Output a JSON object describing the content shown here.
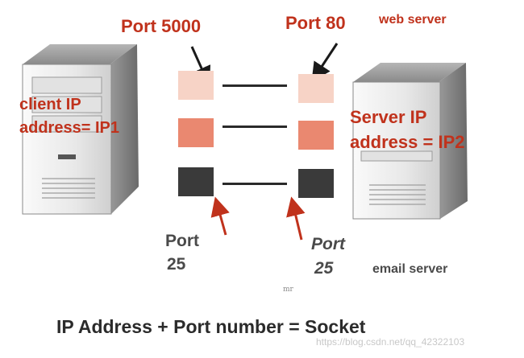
{
  "labels": {
    "port_client": "Port 5000",
    "port_server": "Port 80",
    "web_server": "web server",
    "client_ip_line1": "client IP",
    "client_ip_line2": "address= IP1",
    "server_ip_line1": "Server IP",
    "server_ip_line2": "address = IP2",
    "port25_left_line1": "Port",
    "port25_left_line2": "25",
    "port25_right_line1": "Port",
    "port25_right_line2": "25",
    "email_server": "email server",
    "mr": "mr",
    "equation": "IP Address + Port number = Socket",
    "watermark": "https://blog.csdn.net/qq_42322103"
  },
  "colors": {
    "port_light": "#f7d3c6",
    "port_mid": "#ea8870",
    "port_dark": "#3a3a3a",
    "accent_red": "#c0321c"
  },
  "icons": {
    "client_computer": "tower-server-icon",
    "server_computer": "tower-server-icon"
  }
}
